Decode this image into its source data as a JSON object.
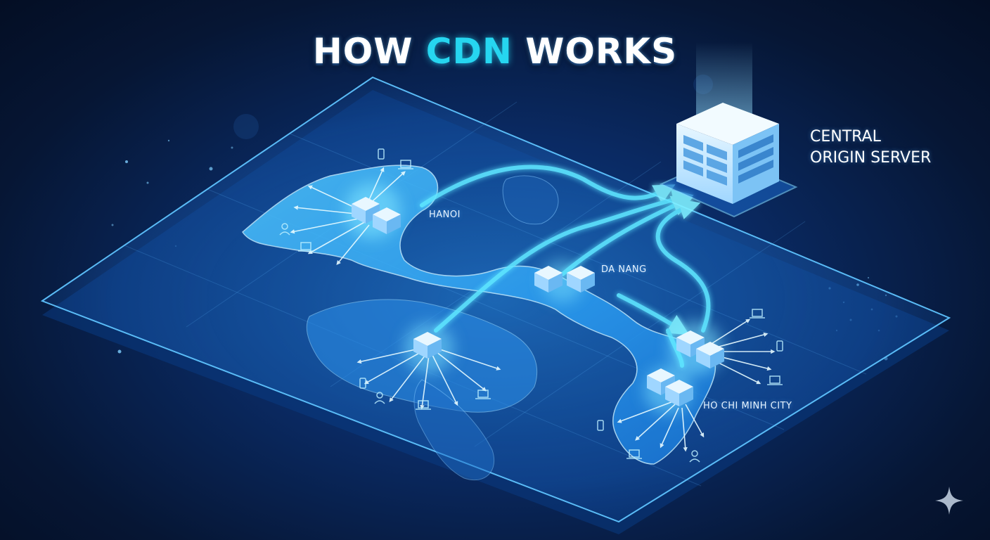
{
  "title": {
    "part_before": "HOW ",
    "accent": "CDN",
    "part_after": " WORKS"
  },
  "origin_server": {
    "line1": "CENTRAL",
    "line2": "ORIGIN SERVER"
  },
  "edge_nodes": {
    "hanoi": "HANOI",
    "da_nang": "DA NANG",
    "ho_chi_minh_city": "HO CHI MINH CITY"
  },
  "colors": {
    "background": "#071a3f",
    "accent": "#26d6f0",
    "map_glow": "#3fb6ff",
    "arrow": "#5fe6ff"
  },
  "icons": [
    "server-icon",
    "edge-server-icon",
    "laptop-icon",
    "phone-icon",
    "user-icon",
    "sparkle-icon"
  ]
}
